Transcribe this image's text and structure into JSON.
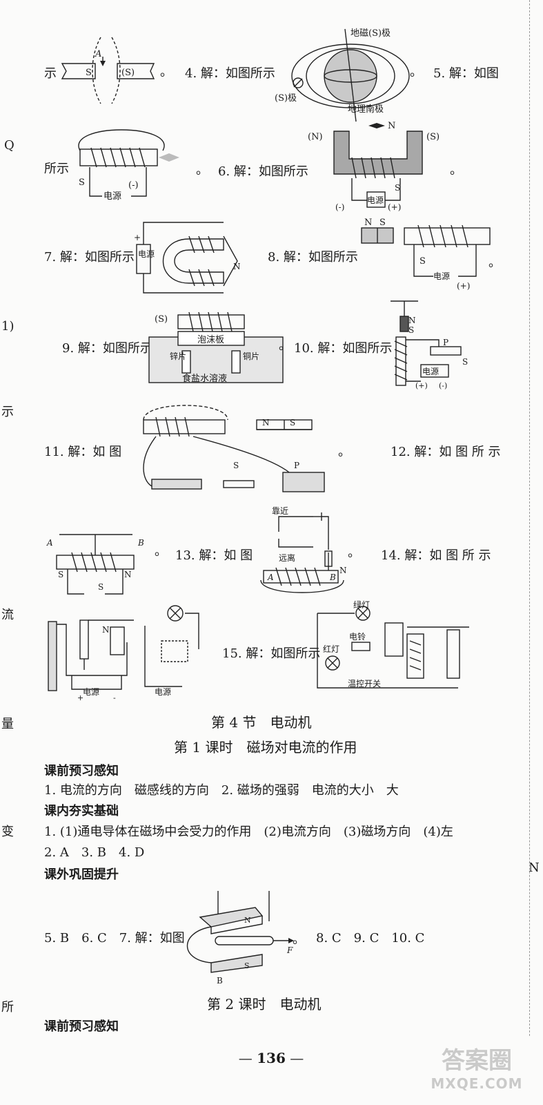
{
  "margin_left": [
    "Q",
    "1)",
    "示",
    "流",
    "量",
    "变",
    "所"
  ],
  "margin_right": [
    "N"
  ],
  "answers": {
    "a3_tail": "示",
    "a4": "4. 解：如图所示",
    "a5": "5. 解：如图",
    "a5_tail": "所示",
    "a6": "6. 解：如图所示",
    "a7": "7. 解：如图所示",
    "a8": "8. 解：如图所示",
    "a9": "9. 解：如图所示",
    "a10": "10. 解：如图所示",
    "a11": "11. 解：如 图",
    "a12": "12. 解：如 图 所 示",
    "a13": "13. 解：如 图",
    "a14": "14. 解：如 图 所 示",
    "a15": "15. 解：如图所示",
    "period": "。"
  },
  "figure_labels": {
    "f3": {
      "s_left": "S",
      "s_right": "(S)",
      "a": "A"
    },
    "f4": {
      "top": "地磁(S)极",
      "bottom": "地理南极",
      "left": "(S)极"
    },
    "f5": {
      "s": "S",
      "minus": "(-)",
      "power": "电源"
    },
    "f6": {
      "n": "(N)",
      "s": "(S)",
      "arrow_n": "N",
      "power": "电源",
      "minus": "(-)",
      "plus": "(+)",
      "s_switch": "S"
    },
    "f7": {
      "power": "电源",
      "plus": "+",
      "n": "N"
    },
    "f8": {
      "n": "N",
      "s": "S",
      "s_switch": "S",
      "power": "电源",
      "plus": "(+)"
    },
    "f9": {
      "s": "(S)",
      "board": "泡沫板",
      "zinc": "锌片",
      "copper": "铜片",
      "solution": "食盐水溶液"
    },
    "f10": {
      "n": "N",
      "s": "S",
      "p": "P",
      "s_switch": "S",
      "power": "电源",
      "plus": "(+)",
      "minus": "(-)"
    },
    "f11": {
      "n": "N",
      "s": "S",
      "p": "P",
      "s_switch": "S"
    },
    "f13": {
      "a": "A",
      "b": "B",
      "s_left": "S",
      "n_right": "N",
      "s_switch": "S"
    },
    "f14": {
      "near": "靠近",
      "far": "远离",
      "a": "A",
      "b": "B",
      "n": "N"
    },
    "f15a": {
      "n": "N",
      "power1": "电源",
      "power2": "电源",
      "plus": "+",
      "minus": "-"
    },
    "f15b": {
      "green": "绿灯",
      "bell": "电铃",
      "red": "红灯",
      "switch": "温控开关"
    },
    "f7_2": {
      "n": "N",
      "s": "S",
      "f": "F",
      "b": "B"
    }
  },
  "section": {
    "title": "第 4 节　电动机",
    "lesson1": "第 1 课时　磁场对电流的作用",
    "h_pre": "课前预习感知",
    "pre_line": "1. 电流的方向　磁感线的方向　2. 磁场的强弱　电流的大小　大",
    "h_in": "课内夯实基础",
    "in_line1": "1. (1)通电导体在磁场中会受力的作用　(2)电流方向　(3)磁场方向　(4)左",
    "in_line2": "2. A　3. B　4. D",
    "h_out": "课外巩固提升",
    "out_left": "5. B　6. C　7. 解：如图",
    "out_right": "8. C　9. C　10. C",
    "lesson2": "第 2 课时　电动机",
    "h_pre2": "课前预习感知"
  },
  "page_number": "136",
  "watermark": {
    "line1": "答案圈",
    "line2": "MXQE.COM"
  }
}
